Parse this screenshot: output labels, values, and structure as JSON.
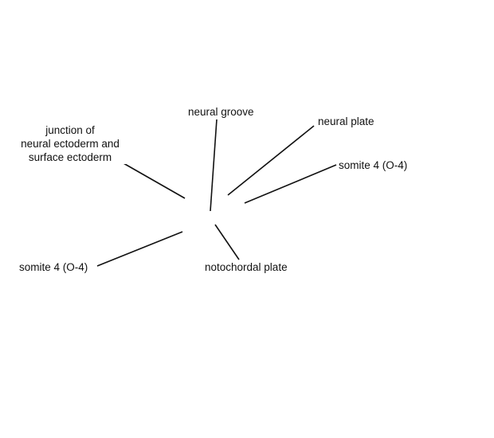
{
  "labels": {
    "junction": [
      "junction of",
      "neural ectoderm and",
      "surface ectoderm"
    ],
    "neural_groove": "neural groove",
    "neural_plate": "neural plate",
    "somite_right": "somite 4 (O-4)",
    "somite_left": "somite 4 (O-4)",
    "notochordal_plate": "notochordal plate"
  }
}
